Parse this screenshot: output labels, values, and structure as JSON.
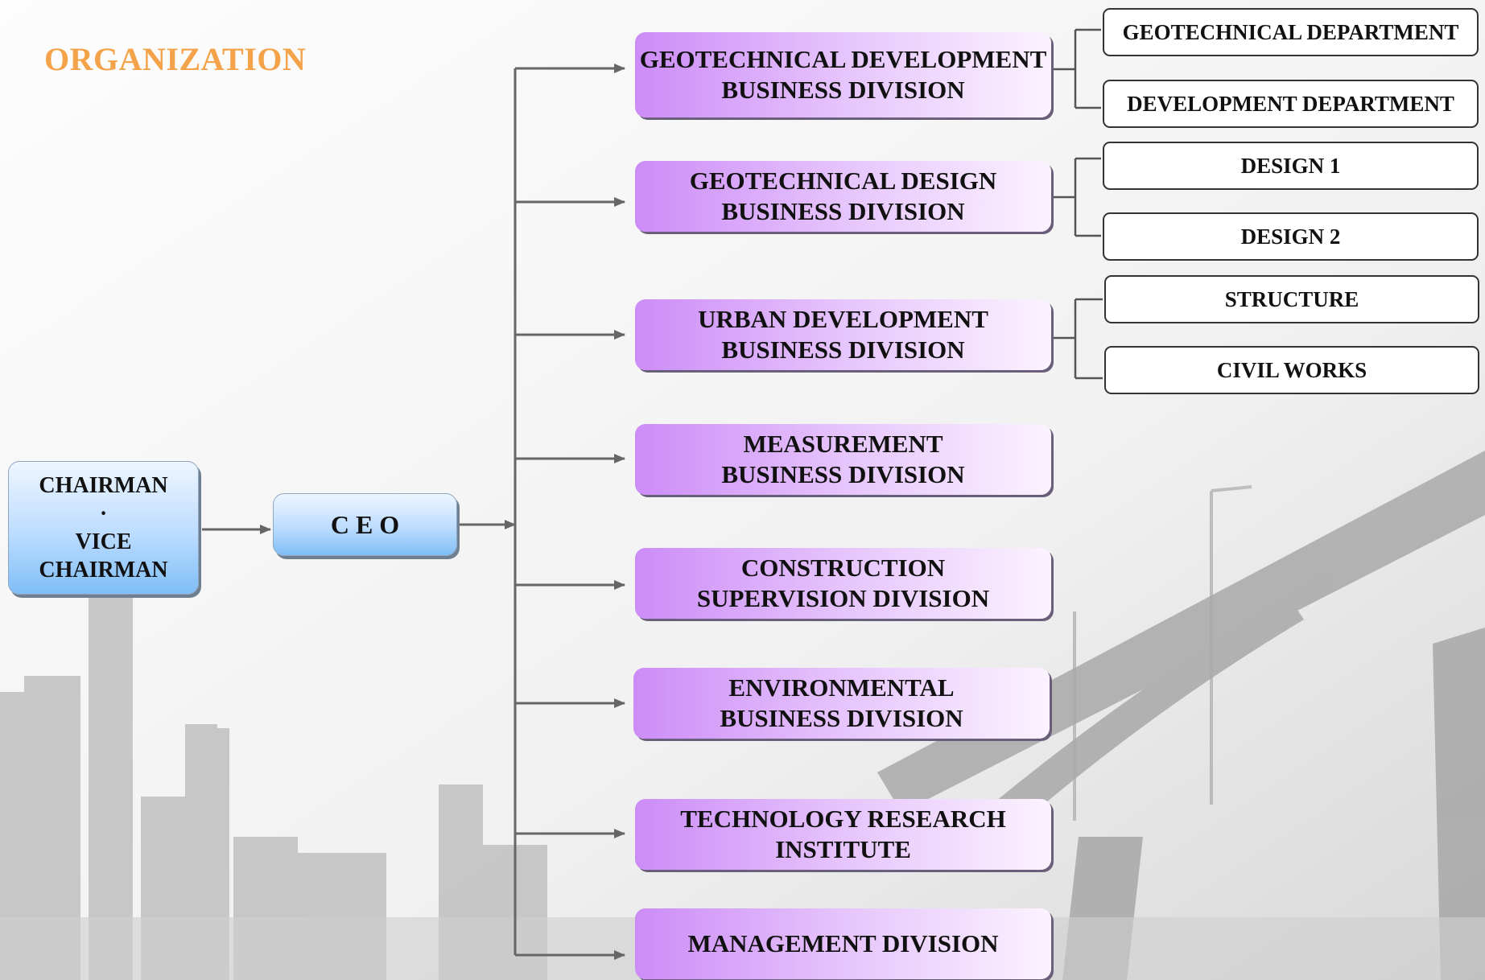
{
  "title": "ORGANIZATION",
  "chairman": {
    "line1": "CHAIRMAN",
    "dot": "·",
    "line2": "VICE",
    "line3": "CHAIRMAN"
  },
  "ceo": "C E O",
  "divisions": [
    {
      "line1": "GEOTECHNICAL DEVELOPMENT",
      "line2": "BUSINESS DIVISION"
    },
    {
      "line1": "GEOTECHNICAL DESIGN",
      "line2": "BUSINESS DIVISION"
    },
    {
      "line1": "URBAN DEVELOPMENT",
      "line2": "BUSINESS DIVISION"
    },
    {
      "line1": "MEASUREMENT",
      "line2": "BUSINESS DIVISION"
    },
    {
      "line1": "CONSTRUCTION",
      "line2": "SUPERVISION DIVISION"
    },
    {
      "line1": "ENVIRONMENTAL",
      "line2": "BUSINESS DIVISION"
    },
    {
      "line1": "TECHNOLOGY RESEARCH",
      "line2": "INSTITUTE"
    },
    {
      "line1": "MANAGEMENT DIVISION",
      "line2": ""
    }
  ],
  "departments": [
    "GEOTECHNICAL DEPARTMENT",
    "DEVELOPMENT DEPARTMENT",
    "DESIGN 1",
    "DESIGN 2",
    "STRUCTURE",
    "CIVIL WORKS"
  ],
  "colors": {
    "title": "#f4a34a",
    "connector": "#666666",
    "executive_box": "#a9d2fb",
    "division_box": "#d9a8fa"
  }
}
